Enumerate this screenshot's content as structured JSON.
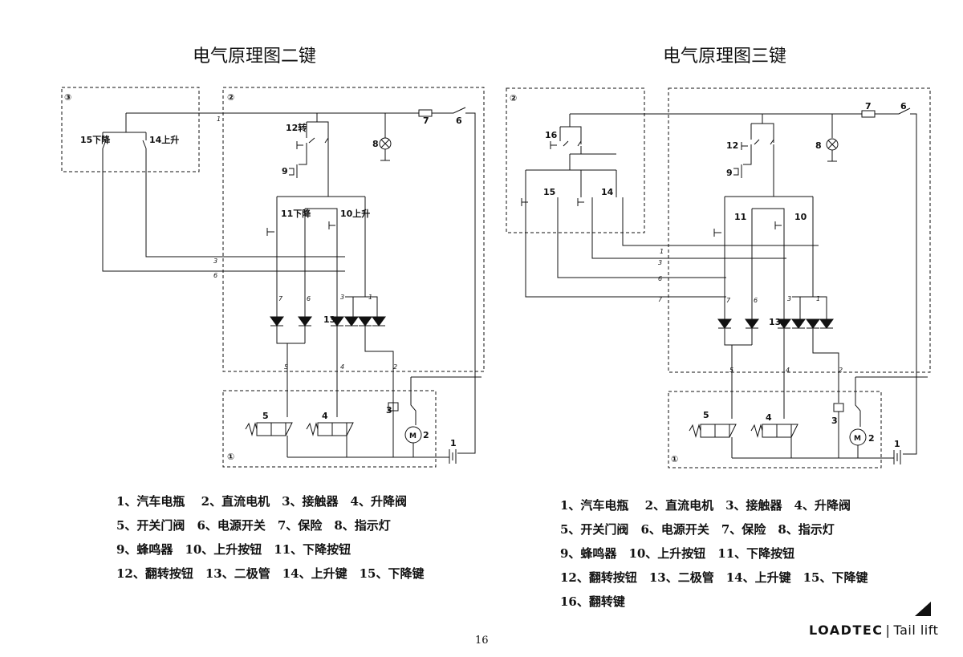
{
  "left_diagram": {
    "title": "电气原理图二键",
    "box_labels": [
      "③",
      "②",
      "①"
    ],
    "component_labels": {
      "down_key": "15下降",
      "up_key": "14上升",
      "tilt_button": "12转",
      "down_button": "11下降",
      "up_button": "10上升",
      "lamp": "8",
      "buzzer": "9",
      "fuse": "7",
      "power_switch": "6",
      "diode": "13",
      "contactor": "3",
      "valve_open": "5",
      "valve_lift": "4",
      "motor": "2",
      "battery": "1"
    },
    "wire_labels": [
      "1",
      "3",
      "6",
      "7",
      "6",
      "3",
      "1",
      "5",
      "4",
      "2"
    ],
    "legend": [
      "1、汽车电瓶　 2、直流电机　3、接触器　4、升降阀",
      "5、开关门阀　6、电源开关　7、保险　8、指示灯",
      "9、蜂鸣器　10、上升按钮　11、下降按钮",
      "12、翻转按钮　13、二极管　14、上升键　15、下降键"
    ]
  },
  "right_diagram": {
    "title": "电气原理图三键",
    "box_labels": [
      "②",
      "①"
    ],
    "component_labels": {
      "tilt_key": "16",
      "down_key": "15",
      "up_key": "14",
      "tilt_button": "12",
      "down_button": "11",
      "up_button": "10",
      "lamp": "8",
      "buzzer": "9",
      "fuse": "7",
      "power_switch": "6",
      "diode": "13",
      "contactor": "3",
      "valve_open": "5",
      "valve_lift": "4",
      "motor": "2",
      "battery": "1"
    },
    "wire_labels": [
      "1",
      "3",
      "6",
      "7",
      "7",
      "6",
      "3",
      "1",
      "5",
      "4",
      "2"
    ],
    "legend": [
      "1、汽车电瓶　 2、直流电机　3、接触器　4、升降阀",
      "5、开关门阀　6、电源开关　7、保险　8、指示灯",
      "9、蜂鸣器　10、上升按钮　11、下降按钮",
      "12、翻转按钮　13、二极管　14、上升键　15、下降键",
      "16、翻转键"
    ]
  },
  "page_number": "16",
  "brand": {
    "name": "LOADTEC",
    "separator": "|",
    "product": "Tail lift"
  },
  "motor_symbol": "M"
}
